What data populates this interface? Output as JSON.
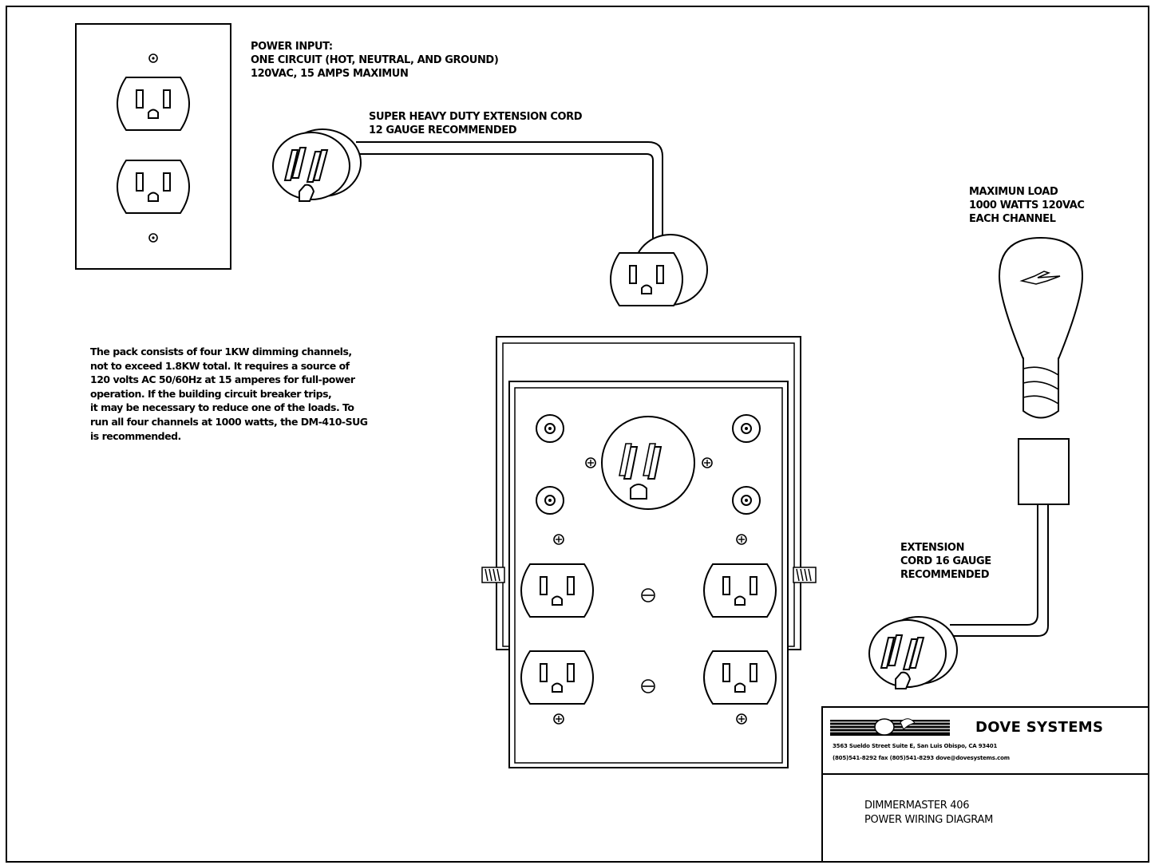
{
  "labels": {
    "power_input": "POWER INPUT:\nONE CIRCUIT (HOT, NEUTRAL, AND GROUND)\n120VAC, 15 AMPS MAXIMUN",
    "extension_cord": "SUPER HEAVY DUTY EXTENSION CORD\n12 GAUGE RECOMMENDED",
    "max_load": "MAXIMUN LOAD\n1000 WATTS 120VAC\nEACH CHANNEL",
    "extension_16": "EXTENSION\nCORD 16 GAUGE\nRECOMMENDED",
    "description": "The pack consists of four 1KW dimming channels,\nnot to exceed 1.8KW total. It requires a source of\n120 volts AC 50/60Hz at 15 amperes for full-power\noperation. If the building circuit breaker trips,\nit may be necessary to reduce one of the loads. To\nrun all four channels at 1000 watts, the DM-410-SUG\nis recommended."
  },
  "title_block": {
    "company": "DOVE SYSTEMS",
    "address_line1": "3563 Sueldo Street Suite E, San Luis Obispo, CA 93401",
    "address_line2": "(805)541-8292 fax (805)541-8293 dove@dovesystems.com",
    "drawing_title": "DIMMERMASTER 406\nPOWER WIRING DIAGRAM"
  }
}
